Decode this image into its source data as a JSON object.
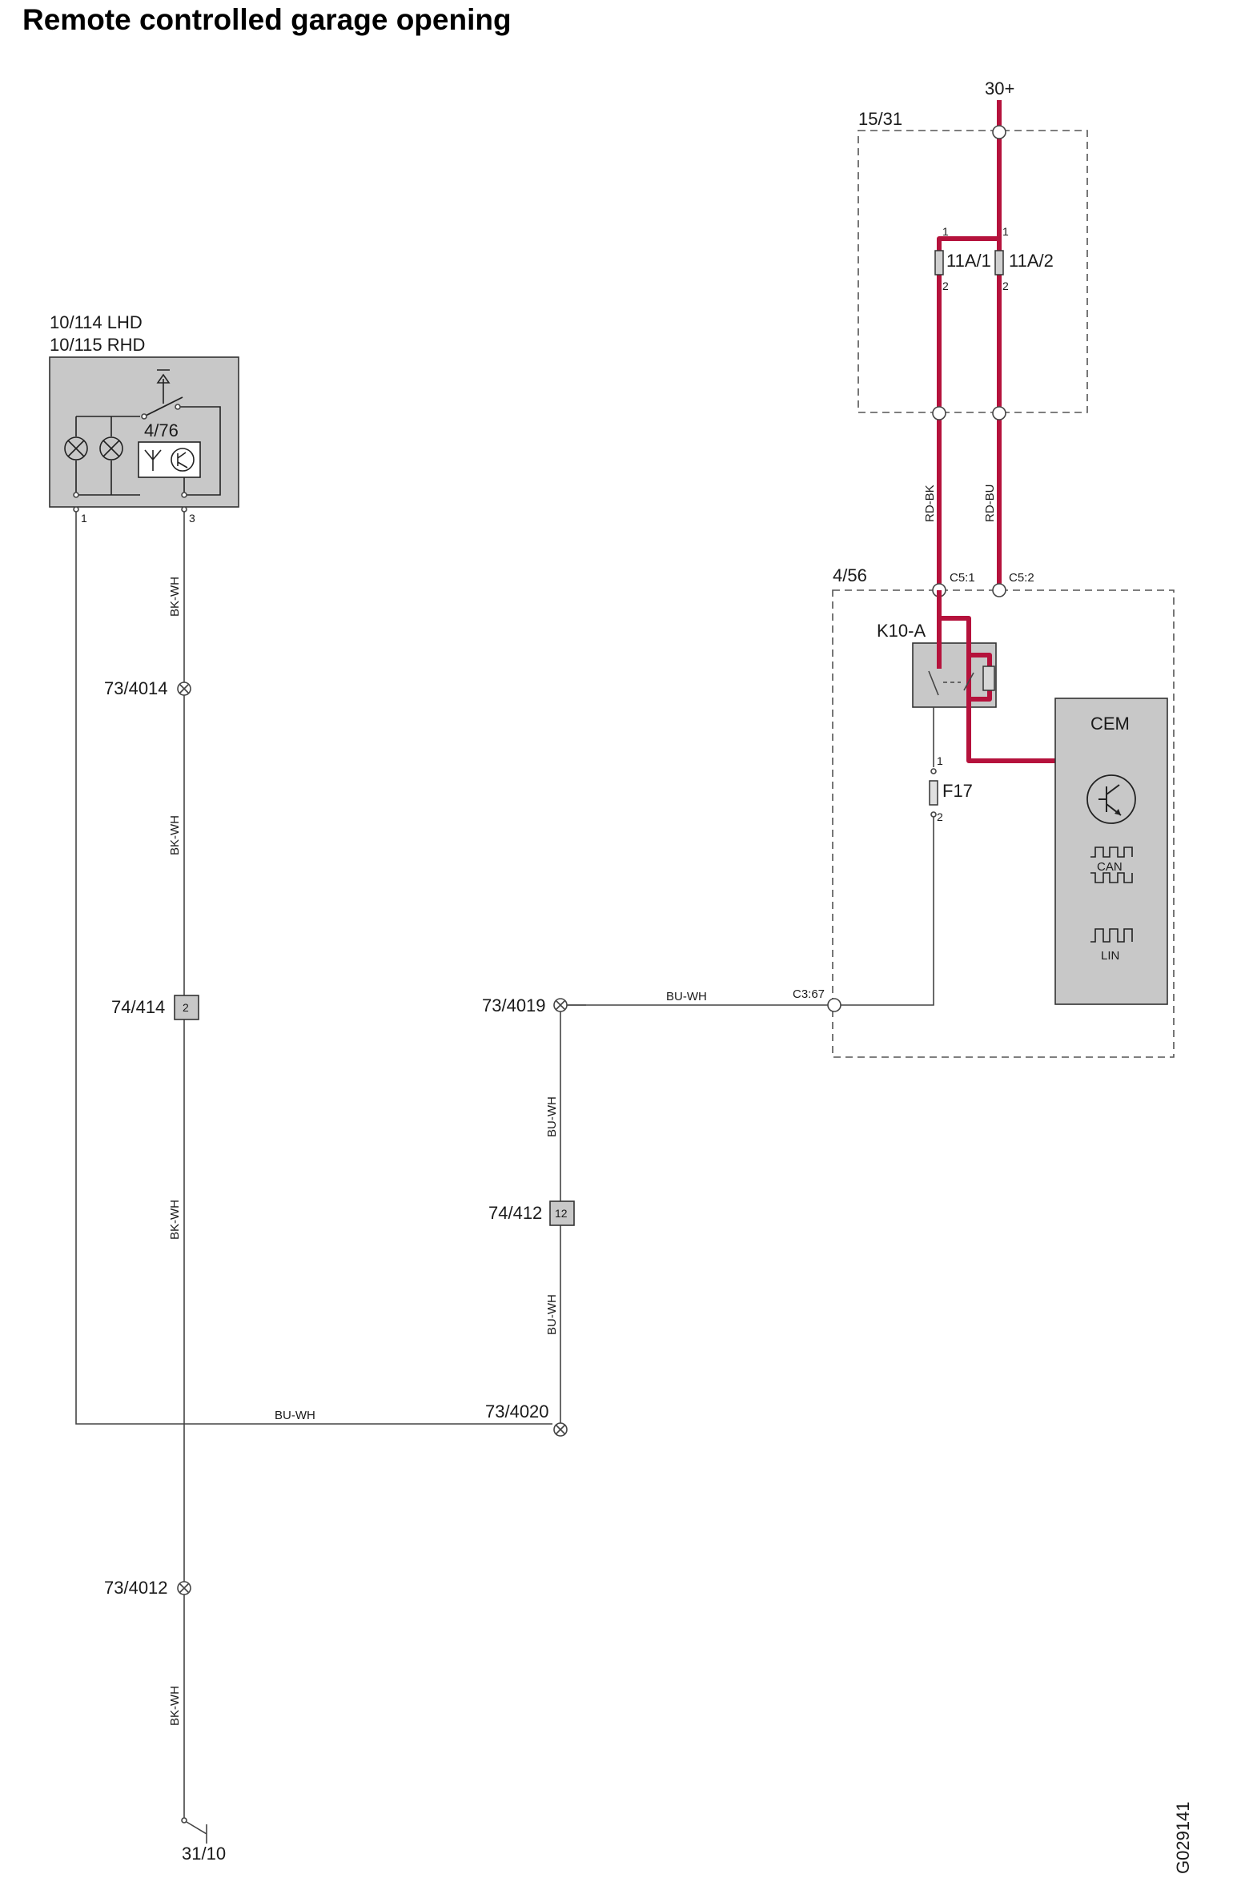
{
  "title": "Remote controlled garage opening",
  "image_code": "G029141",
  "supply": {
    "label": "30+"
  },
  "fuse_box": {
    "label": "15/31",
    "fuses": [
      {
        "name": "11A/1",
        "pin_top": "1",
        "pin_bottom": "2"
      },
      {
        "name": "11A/2",
        "pin_top": "1",
        "pin_bottom": "2"
      }
    ]
  },
  "wires": {
    "rd_bk": "RD-BK",
    "rd_bu": "RD-BU",
    "bk_wh": "BK-WH",
    "bu_wh": "BU-WH"
  },
  "module_456": {
    "label": "4/56",
    "connector_c51": "C5:1",
    "connector_c52": "C5:2",
    "connector_c367": "C3:67",
    "relay": "K10-A",
    "fuse": {
      "name": "F17",
      "pin_top": "1",
      "pin_bottom": "2"
    }
  },
  "cem": {
    "label": "CEM",
    "can_label": "CAN",
    "lin_label": "LIN"
  },
  "transmitter": {
    "label_lhd": "10/114 LHD",
    "label_rhd": "10/115 RHD",
    "inner_label": "4/76",
    "pin_left": "1",
    "pin_right": "3"
  },
  "splices": {
    "s4014": "73/4014",
    "s4019": "73/4019",
    "s4020": "73/4020",
    "s4012": "73/4012"
  },
  "connectors": {
    "c414": {
      "label": "74/414",
      "pin": "2"
    },
    "c412": {
      "label": "74/412",
      "pin": "12"
    }
  },
  "ground": {
    "label": "31/10"
  }
}
